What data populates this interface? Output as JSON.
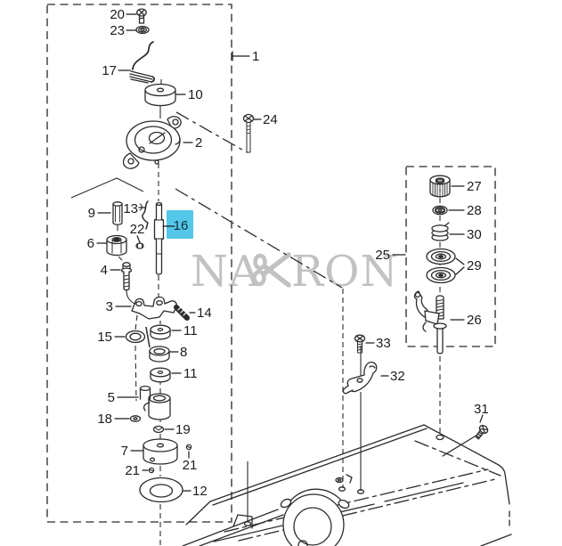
{
  "watermark": {
    "full": "NAXRON",
    "part1": "NA",
    "part2": "RON"
  },
  "highlight": {
    "part": "16",
    "color": "#54C6E8"
  },
  "colors": {
    "line": "#2b2b2b",
    "watermark": "#c2c2c2",
    "label": "#1c1c1c",
    "highlight": "#54C6E8"
  },
  "labels": {
    "l1": "1",
    "l2": "2",
    "l3": "3",
    "l4": "4",
    "l5": "5",
    "l6": "6",
    "l7": "7",
    "l8": "8",
    "l9": "9",
    "l10": "10",
    "l11a": "11",
    "l11b": "11",
    "l12": "12",
    "l13": "13",
    "l14": "14",
    "l15": "15",
    "l16": "16",
    "l17": "17",
    "l18": "18",
    "l19": "19",
    "l20": "20",
    "l21a": "21",
    "l21b": "21",
    "l22": "22",
    "l23": "23",
    "l24": "24",
    "l25": "25",
    "l26": "26",
    "l27": "27",
    "l28": "28",
    "l29": "29",
    "l30": "30",
    "l31": "31",
    "l32": "32",
    "l33": "33"
  }
}
